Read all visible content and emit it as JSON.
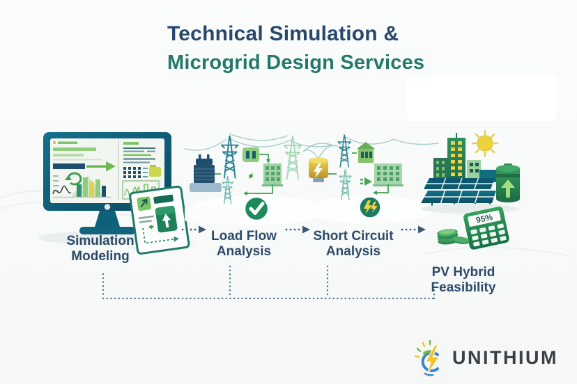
{
  "title": {
    "line1": "Technical Simulation &",
    "line2": "Microgrid Design Services"
  },
  "steps": [
    {
      "line1": "Simulation",
      "line2": "Modeling"
    },
    {
      "line1": "Load Flow",
      "line2": "Analysis"
    },
    {
      "line1": "Short Circuit",
      "line2": "Analysis"
    },
    {
      "line1": "PV Hybrid",
      "line2": "Feasibility"
    }
  ],
  "pv_calculator_value": "95%",
  "brand": {
    "name": "UNITHIUM"
  },
  "icons": [
    "monitor-icon",
    "document-icon",
    "transformer-icon",
    "transmission-tower-icon",
    "building-icon",
    "checkmark-icon",
    "fault-barrel-icon",
    "lightning-icon",
    "sun-icon",
    "solar-panel-icon",
    "battery-icon",
    "calculator-icon",
    "coins-icon",
    "dotted-arrow-icon",
    "logo-bulb-bolt-icon"
  ],
  "colors": {
    "background": "#f9fafa",
    "title_primary": "#27476c",
    "title_accent": "#23796a",
    "step_label": "#2c4a68",
    "green": "#3f9e4e",
    "light_green": "#9ed3a0",
    "teal_bezel": "#11647c",
    "navy": "#1d4e70",
    "yellow": "#f0d23c",
    "check_circle": "#1d8a5c",
    "bolt_circle": "#1b7a66",
    "connector": "#4c7287",
    "brand_text": "#3b4046",
    "brand_bolt": "#f2c12e",
    "brand_arc": "#3a86c8"
  }
}
